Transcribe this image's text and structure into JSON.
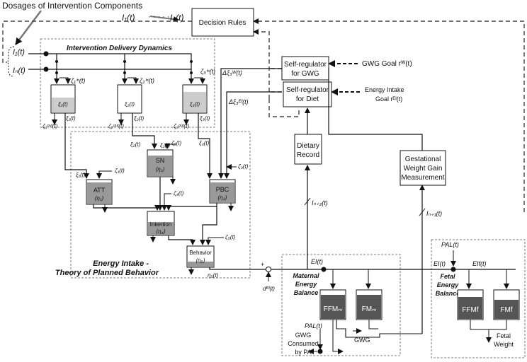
{
  "labels": {
    "dosages": "Dosages of Intervention Components",
    "i1_top": "I₁(t)",
    "dots_top": "· · · · ·",
    "in_top": "Iₙ(t)",
    "i1_left": "I₁(t)",
    "in_left": "Iₙ(t)",
    "decision_rules": "Decision Rules",
    "idd_title": "Intervention Delivery Dynamics",
    "zeta1_in": "ζ₁ⁱⁿ(t)",
    "zeta2_in": "ζ₂ⁱⁿ(t)",
    "zeta3_in": "ζ₃ⁱⁿ(t)",
    "xi1": "ξ₁(t)",
    "xi2": "ξ₂(t)",
    "xi3": "ξ₃(t)",
    "zeta1_out": "ζ₁ᵒᵘᵗ(t)",
    "zeta2_out": "ζ₂ᵒᵘᵗ(t)",
    "zeta3_out": "ζ₃ᵒᵘᵗ(t)",
    "xi1_b": "ξ₁(t)",
    "xi2_b": "ξ₂(t)",
    "xi3_b": "ξ₃(t)",
    "delta_w": "Δξ₃ᵂ(t)",
    "delta_ei": "Δξ₃ᴱᴵ(t)",
    "sr_gwg_1": "Self-regulator",
    "sr_gwg_2": "for GWG",
    "sr_diet_1": "Self-regulator",
    "sr_diet_2": "for Diet",
    "gwg_goal": "GWG Goal  rᵂ(t)",
    "ei_goal_1": "Energy Intake",
    "ei_goal_2": "Goal  rᴱᴵ(t)",
    "xi2_sn": "ξ₂(t)",
    "zeta2": "ζ₂(t)",
    "xi3_pbc": "ξ₃(t)",
    "zeta3": "ζ₃(t)",
    "xi1_att": "ξ₁(t)",
    "zeta1": "ζ₁(t)",
    "zeta4": "ζ₄(t)",
    "zeta5": "ζ₅(t)",
    "sn": "SN",
    "eta2": "(η₂)",
    "att": "ATT",
    "eta1": "(η₁)",
    "pbc": "PBC",
    "eta3": "(η₃)",
    "intention": "Intention",
    "eta4": "(η₄)",
    "behavior": "Behavior",
    "eta5": "(η₅)",
    "eta5_out": "η₅(t)",
    "ei_tpb_1": "Energy Intake -",
    "ei_tpb_2": "Theory of Planned Behavior",
    "dietary_1": "Dietary",
    "dietary_2": "Record",
    "gwm_1": "Gestational",
    "gwm_2": "Weight Gain",
    "gwm_3": "Measurement",
    "in2": "Iₙ₊₂(t)",
    "in1": "Iₙ₊₁(t)",
    "ei_m": "EI(t)",
    "plus": "+",
    "dei": "dᴱᴵ(t)",
    "meb_1": "Maternal",
    "meb_2": "Energy",
    "meb_3": "Balance",
    "ffm_m": "FFMₘ",
    "fm_m": "FMₘ",
    "pal_m": "PAL(t)",
    "gwg_pa_1": "GWG",
    "gwg_pa_2": "Consumed",
    "gwg_pa_3": "by PA",
    "gwg_arrow": "GWG",
    "pal_f": "PAL(t)",
    "ei_f1": "EI(t)",
    "ei_f2": "EIf(t)",
    "feb_1": "Fetal",
    "feb_2": "Energy",
    "feb_3": "Balance",
    "ffm_f": "FFMf",
    "fm_f": "FMf",
    "fetal_1": "Fetal",
    "fetal_2": "Weight"
  }
}
